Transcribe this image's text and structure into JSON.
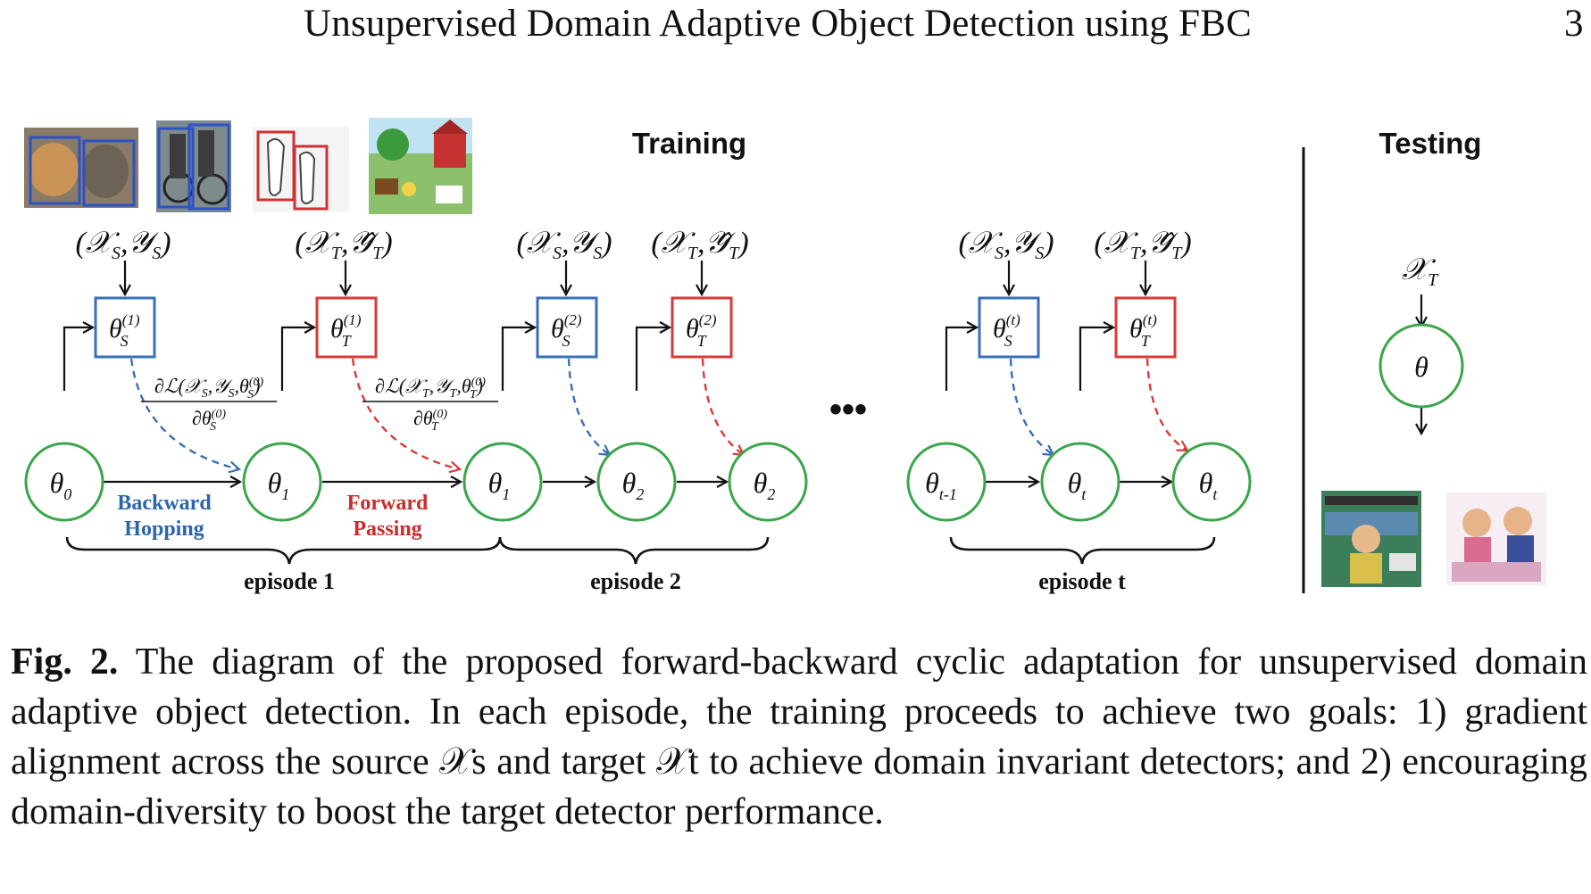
{
  "header": {
    "title": "Unsupervised Domain Adaptive Object Detection using FBC",
    "page_number": "3"
  },
  "figure": {
    "training_label": "Training",
    "testing_label": "Testing",
    "backward_hopping": [
      "Backward",
      "Hopping"
    ],
    "forward_passing": [
      "Forward",
      "Passing"
    ],
    "episodes": [
      "episode 1",
      "episode 2",
      "episode t"
    ],
    "ellipsis": "•••",
    "source_input": "(𝒳s,𝒴s)",
    "target_input": "(𝒳T,𝒴̂T)",
    "test_input": "𝒳T",
    "test_node": "θ",
    "nodes": [
      "θ0",
      "θ1",
      "θ1",
      "θ2",
      "θ2",
      "θt-1",
      "θt",
      "θt"
    ],
    "boxes": [
      "θS(1)",
      "θT(1)",
      "θS(2)",
      "θT(2)",
      "θS(t)",
      "θT(t)"
    ],
    "grad_source": "∂ℒ(𝒳s,𝒴s,θS(0)) / ∂θS(0)",
    "grad_target": "∂ℒ(𝒳T,𝒴T,θT(0)) / ∂θT(0)",
    "colors": {
      "source_blue": "#3a6fb5",
      "target_red": "#d93a3a",
      "node_green": "#3aa54a",
      "label_blue": "#2a64ad",
      "label_red": "#cc2b2b"
    },
    "icons": [
      "cats-photo-thumbnail",
      "cyclists-photo-thumbnail",
      "sketch-thumbnail",
      "clipart-farm-thumbnail",
      "clipart-library-thumbnail",
      "clipart-dinner-thumbnail"
    ]
  },
  "caption": {
    "label": "Fig. 2.",
    "text": "The diagram of the proposed forward-backward cyclic adaptation for unsupervised domain adaptive object detection. In each episode, the training proceeds to achieve two goals: 1) gradient alignment across the source 𝒳s and target 𝒳t to achieve domain invariant detectors; and 2) encouraging domain-diversity to boost the target detector performance."
  }
}
